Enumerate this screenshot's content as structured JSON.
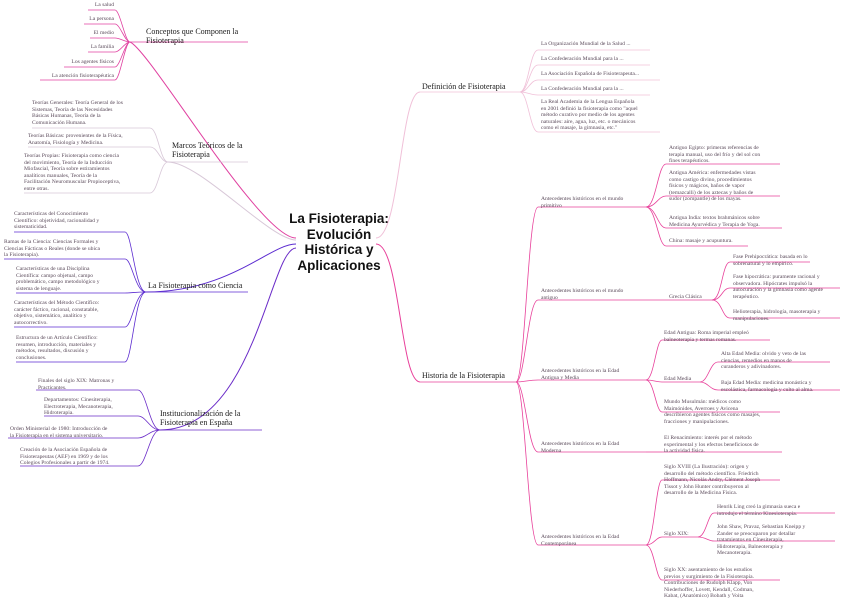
{
  "central": [
    "La Fisioterapia:",
    "Evolución",
    "Histórica y",
    "Aplicaciones"
  ],
  "conceptos": {
    "title": [
      "Conceptos que Componen la",
      "Fisioterapia"
    ],
    "items": [
      "La salud",
      "La persona",
      "El medio",
      "La familia",
      "Los agentes físicos",
      "La atención fisioterapéutica"
    ]
  },
  "marcos": {
    "title": [
      "Marcos Teóricos de la",
      "Fisioterapia"
    ],
    "items": [
      [
        "Teorías Generales: Teoría General de los",
        "Sistemas, Teoría de las Necesidades",
        "Básicas Humanas, Teoría de la",
        "Comunicación Humana."
      ],
      [
        "Teorías Básicas: provenientes de la Física,",
        "Anatomía, Fisiología y Medicina."
      ],
      [
        "Teorías Propias: Fisioterapia como ciencia",
        "del movimiento, Teoría de la Inducción",
        "Miofascial, Teoría sobre estiramientos",
        "analíticos manuales, Teoría de la",
        "Facilitación Neuromuscular Propioceptiva,",
        "entre otras."
      ]
    ]
  },
  "ciencia": {
    "title": [
      "La Fisioterapia como Ciencia"
    ],
    "items": [
      [
        "Características del Conocimiento",
        "Científico: objetividad, racionalidad y",
        "sistematicidad."
      ],
      [
        "Ramas de la Ciencia: Ciencias Formales y",
        "Ciencias Fácticas o Reales (donde se ubica",
        "la Fisioterapia)."
      ],
      [
        "Características de una Disciplina",
        "Científica: campo objetual, campo",
        "problemático, campo metodológico y",
        "sistema de lenguaje."
      ],
      [
        "Características del Método Científico:",
        "carácter fáctico, racional, constatable,",
        "objetivo, sistemático, analítico y",
        "autocorrectivo."
      ],
      [
        "Estructura de un Artículo Científico:",
        "resumen, introducción, materiales y",
        "métodos, resultados, discusión y",
        "conclusiones."
      ]
    ]
  },
  "institucional": {
    "title": [
      "Institucionalización de la",
      "Fisioterapia en España"
    ],
    "items": [
      [
        "Finales del siglo XIX: Matronas y",
        "Practicantes."
      ],
      [
        "Departamentos: Cinesiterapia,",
        "Electroterapia, Mecanoterapia,",
        "Hidroterapia."
      ],
      [
        "Orden Ministerial de 1980: Introducción de",
        "la Fisioterapia en el sistema universitario."
      ],
      [
        "Creación de la Asociación Española de",
        "Fisioterapeutas (AEF) en 1969 y de los",
        "Colegios Profesionales a partir de 1974."
      ]
    ]
  },
  "definicion": {
    "title": [
      "Definición de Fisioterapia"
    ],
    "items": [
      [
        "La Organización Mundial de la Salud ..."
      ],
      [
        "La Confederación Mundial para la ..."
      ],
      [
        "La Asociación Española de Fisioterapeuta..."
      ],
      [
        "La Confederación Mundial para la ..."
      ],
      [
        "La Real Academia de la Lengua Española",
        "en 2001 definió la fisioterapia como \"aquel",
        "método curativo por medio de los agentes",
        "naturales: aire, agua, luz, etc. o mecánicos",
        "como el masaje, la gimnasia, etc.\""
      ]
    ]
  },
  "historia": {
    "title": [
      "Historia de la Fisioterapia"
    ],
    "primitivo": {
      "title": [
        "Antecedentes históricos en el mundo",
        "primitivo"
      ],
      "items": [
        [
          "Antiguo Egipto: primeras referencias de",
          "terapia manual, uso del frío y del sol con",
          "fines terapéuticos."
        ],
        [
          "Antigua América: enfermedades vistas",
          "como castigo divino, procedimientos",
          "físicos y mágicos, baños de vapor",
          "(temazcalli) de los aztecas y baños de",
          "sudor (zompantle) de los mayas."
        ],
        [
          "Antigua India: textos brahmánicos sobre",
          "Medicina Ayurvédica y Terapia de Yoga."
        ],
        [
          "China: masaje y acupuntura."
        ]
      ]
    },
    "antiguo": {
      "title": [
        "Antecedentes históricos en el mundo",
        "antiguo"
      ],
      "grecia": {
        "title": [
          "Grecia Clásica"
        ],
        "items": [
          [
            "Fase Prehipocrática: basada en lo",
            "sobrenatural y lo empírico."
          ],
          [
            "Fase hipocrática: puramente racional y",
            "observadora. Hipócrates impulsó la",
            "autocuración y la gimnasia como agente",
            "terapéutico."
          ],
          [
            "Helioterapia, hidrología, masoterapia y",
            "manipulaciones."
          ]
        ]
      }
    },
    "media": {
      "title": [
        "Antecedentes históricos en la Edad",
        "Antigua y Media"
      ],
      "items": [
        [
          "Edad Antigua: Roma imperial empleó",
          "balneoterapia y termas romanas."
        ],
        [
          "Edad Media"
        ],
        [
          "Mundo Musulmán: médicos como",
          "Maimónides, Averroes y Avicena",
          "describieron agentes físicos como masajes,",
          "fracciones y manipulaciones."
        ]
      ],
      "edad_media": [
        [
          "Alta Edad Media: olvido y veto de las",
          "ciencias, remedios en manos de",
          "curanderos y adivinadores."
        ],
        [
          "Baja Edad Media: medicina monástica y",
          "escolástica, farmacología y culto al alma."
        ]
      ]
    },
    "moderna": {
      "title": [
        "Antecedentes históricos en la Edad",
        "Moderna"
      ],
      "items": [
        [
          "El Renacimiento: interés por el método",
          "experimental y los efectos beneficiosos de",
          "la actividad física."
        ]
      ]
    },
    "contemporanea": {
      "title": [
        "Antecedentes históricos en la Edad",
        "Contemporánea"
      ],
      "items": [
        [
          "Siglo XVIII (La Ilustración): origen y",
          "desarrollo del método científico. Friedrich",
          "Hoffmann, Nicolás Andry, Clément Joseph",
          "Tissot y John Hunter contribuyeron al",
          "desarrollo de la Medicina Física."
        ],
        [
          "Siglo XIX:"
        ],
        [
          "Siglo XX: asentamiento de los estudios",
          "previos y surgimiento de la Fisioterapia.",
          "Contribuciones de Rudolph Klapp, Von",
          "Niederhoffer, Lovett, Kendall, Codman,",
          "Kabat, (Anatómico) Bobath y Voita"
        ]
      ],
      "siglo_xix": [
        [
          "Henrik Ling creó la gimnasia sueca e",
          "introdujo el término Kinesioterapia."
        ],
        [
          "John Shaw, Pravaz, Sebastian Kneipp y",
          "Zander se preocuparon por detallar",
          "tratamientos en Cinesiterapia,",
          "Hidroterapia, Balneoterapia y",
          "Mecanoterapia."
        ]
      ]
    }
  },
  "colors": {
    "conceptos": "#e040a0",
    "marcos": "#d8c8d8",
    "ciencia": "#5b2bd0",
    "institucional": "#6a2bc8",
    "definicion": "#f0c0d8",
    "historia": "#e8409a"
  }
}
